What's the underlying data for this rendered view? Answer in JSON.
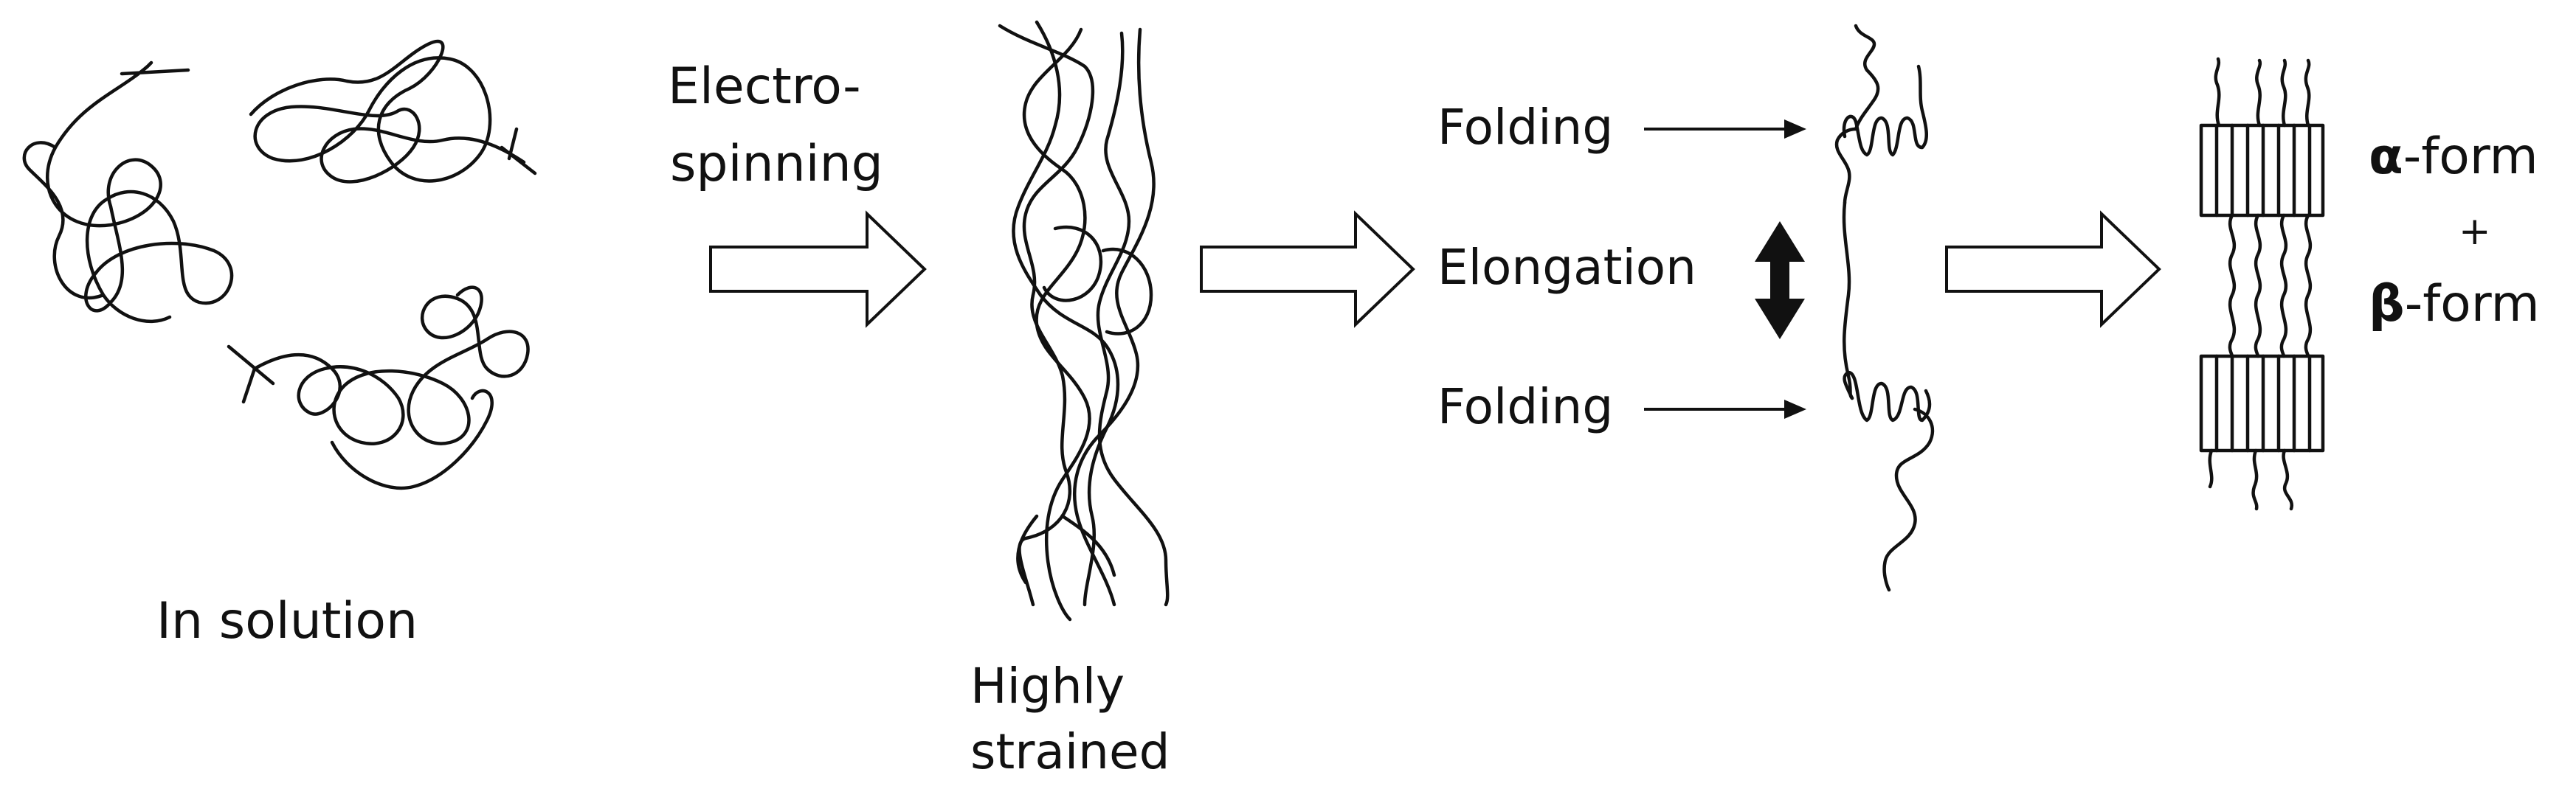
{
  "labels": {
    "in_solution": "In solution",
    "electro_spinning_line1": "Electro-",
    "electro_spinning_line2": "spinning",
    "highly_strained_line1": "Highly",
    "highly_strained_line2": "strained",
    "folding_top": "Folding",
    "elongation": "Elongation",
    "folding_bottom": "Folding",
    "alpha_symbol": "α",
    "alpha_suffix": "-form",
    "plus": "+",
    "beta_symbol": "β",
    "beta_suffix": "-form"
  },
  "colors": {
    "ink": "#111111",
    "background": "#ffffff"
  }
}
